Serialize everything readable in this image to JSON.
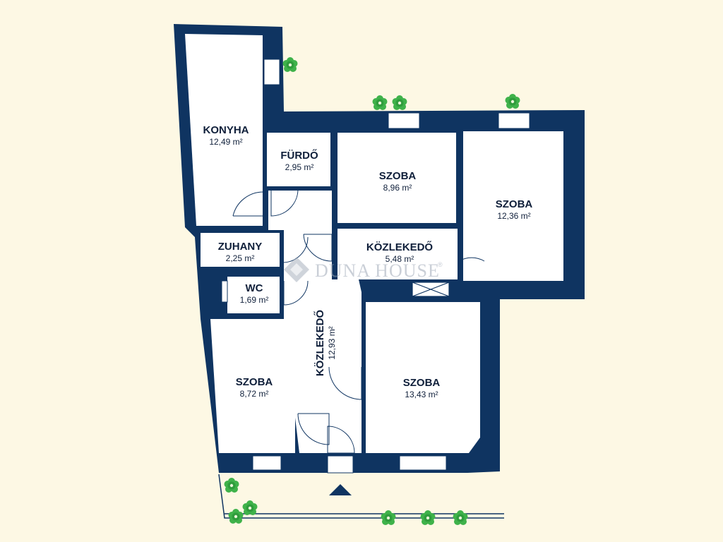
{
  "colors": {
    "background": "#fdf8e4",
    "wall": "#0f3461",
    "floor": "#ffffff",
    "plant": "#3fb24a",
    "text": "#0f1f3a"
  },
  "rooms": {
    "konyha": {
      "name": "KONYHA",
      "area": "12,49 m²"
    },
    "furdo": {
      "name": "FÜRDŐ",
      "area": "2,95 m²"
    },
    "szoba1": {
      "name": "SZOBA",
      "area": "8,96 m²"
    },
    "szoba2": {
      "name": "SZOBA",
      "area": "12,36 m²"
    },
    "zuhany": {
      "name": "ZUHANY",
      "area": "2,25 m²"
    },
    "kozl1": {
      "name": "KÖZLEKEDŐ",
      "area": "5,48 m²"
    },
    "wc": {
      "name": "WC",
      "area": "1,69 m²"
    },
    "kozl2": {
      "name": "KÖZLEKEDŐ",
      "area": "12,93 m²"
    },
    "szoba3": {
      "name": "SZOBA",
      "area": "8,72 m²"
    },
    "szoba4": {
      "name": "SZOBA",
      "area": "13,43 m²"
    }
  },
  "watermark": {
    "text": "DUNA HOUSE",
    "reg": "®",
    "icon": "duna-house-logo-icon"
  },
  "icons": {
    "plant": "plant-icon",
    "entrance": "entrance-arrow-icon"
  }
}
